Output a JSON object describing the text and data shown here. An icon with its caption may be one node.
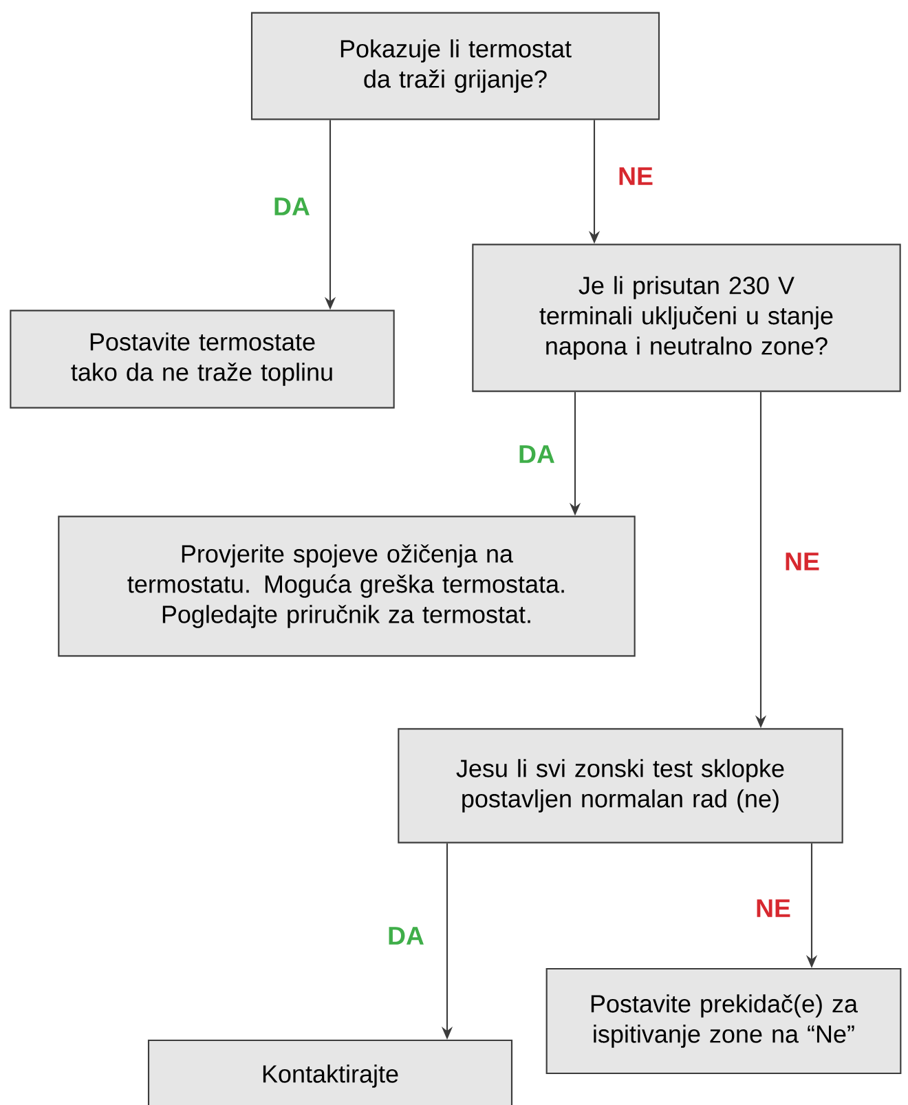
{
  "diagram": {
    "nodes": [
      {
        "text": [
          "Pokazuje li termostat da traži grijanje?"
        ]
      },
      {
        "text": [
          "Postavite termostate tako da ne traže toplinu"
        ]
      },
      {
        "text": [
          "Je li prisutan 230 V terminali uključeni u stanje napona i neutralno zone?"
        ]
      },
      {
        "text": [
          "Provjerite spojeve ožičenja na termostatu. Moguća greška termostata. Pogledajte priručnik za termostat."
        ]
      },
      {
        "text": [
          "Jesu li svi zonski test sklopke postavljen normalan rad (ne)"
        ]
      },
      {
        "text": [
          "Postavite prekidač(e) za ispitivanje zone na “Ne”"
        ]
      },
      {
        "text": [
          "Kontaktirajte"
        ]
      }
    ],
    "edges": [
      {
        "from": 0,
        "to": 1,
        "arrow": "to",
        "label": "DA"
      },
      {
        "from": 0,
        "to": 2,
        "arrow": "to",
        "label": "NE"
      },
      {
        "from": 2,
        "to": 3,
        "arrow": "to",
        "label": "DA"
      },
      {
        "from": 2,
        "to": 4,
        "arrow": "to",
        "label": "NE"
      },
      {
        "from": 4,
        "to": 6,
        "arrow": "to",
        "label": "DA"
      },
      {
        "from": 4,
        "to": 5,
        "arrow": "to",
        "label": "NE"
      }
    ]
  }
}
